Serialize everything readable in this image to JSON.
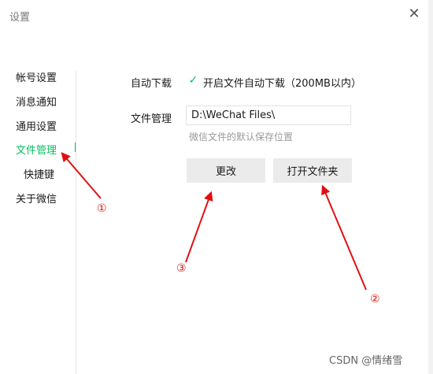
{
  "window": {
    "title": "设置",
    "close_glyph": "✕"
  },
  "sidebar": {
    "items": [
      {
        "label": "帐号设置"
      },
      {
        "label": "消息通知"
      },
      {
        "label": "通用设置"
      },
      {
        "label": "文件管理"
      },
      {
        "label": "快捷键"
      },
      {
        "label": "关于微信"
      }
    ],
    "active_index": 3
  },
  "settings": {
    "auto_download_label": "自动下载",
    "auto_download_checked": true,
    "auto_download_checkbox_text": "开启文件自动下载（200MB以内）",
    "file_mgmt_label": "文件管理",
    "file_path_value": "D:\\WeChat Files\\",
    "file_path_hint": "微信文件的默认保存位置"
  },
  "buttons": {
    "change_label": "更改",
    "open_folder_label": "打开文件夹"
  },
  "annotations": {
    "one": "①",
    "two": "②",
    "three": "③",
    "color": "#e01010"
  },
  "watermark": "CSDN @情绪雪",
  "colors": {
    "accent": "#07c160",
    "button_bg": "#ebebeb"
  }
}
